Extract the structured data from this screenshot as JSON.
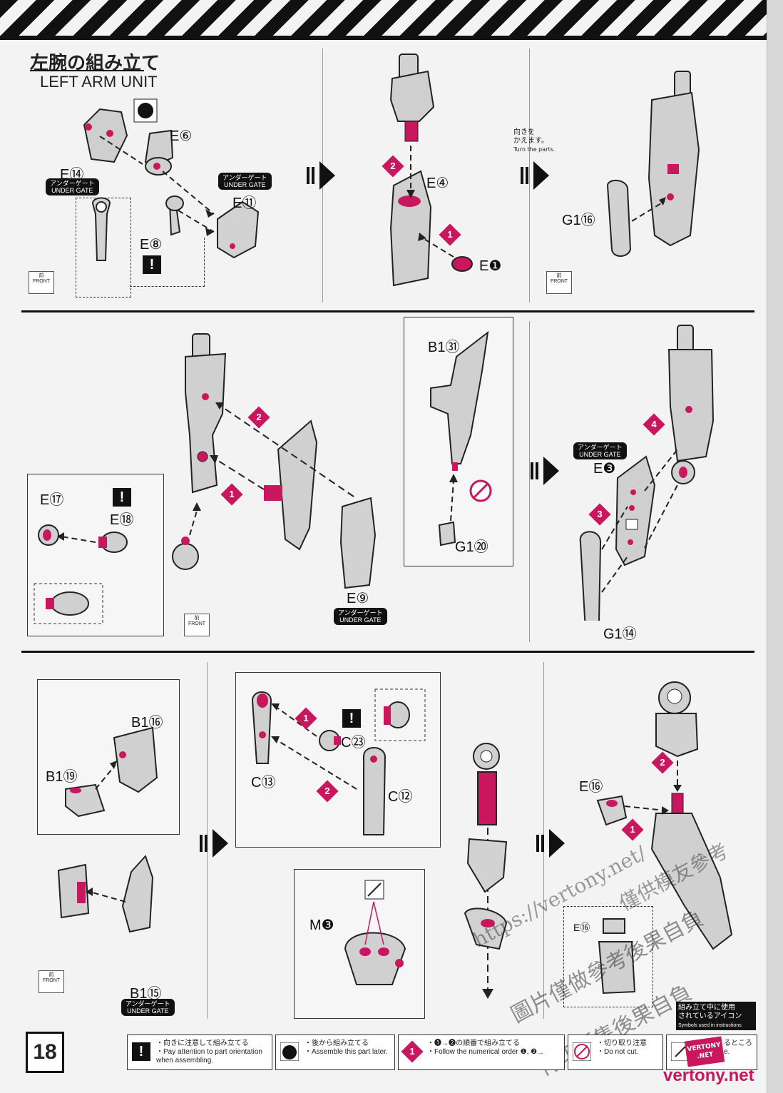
{
  "header": {
    "title_jp": "左腕の組み立て",
    "title_en": "LEFT ARM UNIT"
  },
  "common": {
    "under_gate_jp": "アンダーゲート",
    "under_gate_en": "UNDER GATE",
    "front_jp": "前",
    "front_en": "FRONT",
    "caution_mark": "!"
  },
  "row1": {
    "panel1": {
      "parts": [
        "E⑭",
        "E⑥",
        "E⑪",
        "E⑧"
      ]
    },
    "panel2": {
      "parts": [
        "E④",
        "E❶"
      ],
      "steps": [
        "2",
        "1"
      ]
    },
    "panel3": {
      "turn_jp_1": "向きを",
      "turn_jp_2": "かえます。",
      "turn_en": "Turn the parts.",
      "parts": [
        "G1⑯"
      ]
    }
  },
  "row2": {
    "panel1": {
      "parts": [
        "E⑰",
        "E⑱",
        "E⑨"
      ],
      "steps": [
        "2",
        "1"
      ]
    },
    "panel2": {
      "parts": [
        "B1㉛",
        "G1⑳"
      ]
    },
    "panel3": {
      "parts": [
        "E❸",
        "G1⑭"
      ],
      "steps": [
        "4",
        "3"
      ]
    }
  },
  "row3": {
    "panel1": {
      "parts": [
        "B1⑯",
        "B1⑲",
        "B1⑮"
      ]
    },
    "panel2": {
      "parts": [
        "C⑬",
        "C㉓",
        "C⑫",
        "M❸"
      ],
      "steps": [
        "1",
        "2"
      ]
    },
    "panel3": {
      "parts": [
        "E⑯",
        "E⑯"
      ],
      "steps": [
        "2",
        "1"
      ]
    }
  },
  "footer": {
    "page_number": "18",
    "legend": [
      {
        "jp": "・向きに注意して組み立てる",
        "en_1": "・Pay attention to part orientation",
        "en_2": "when assembling."
      },
      {
        "jp": "・後から組み立てる",
        "en_1": "・Assemble this part later.",
        "en_2": ""
      },
      {
        "jp": "・❶→❷の順番で組み立てる",
        "en_1": "・Follow the numerical order ❶, ❷...",
        "en_2": ""
      },
      {
        "jp": "・切り取り注意",
        "en_1": "・Do not cut.",
        "en_2": ""
      },
      {
        "jp": "るところ",
        "en_1": "e.",
        "en_2": ""
      }
    ],
    "symbols_jp_1": "組み立て中に使用",
    "symbols_jp_2": "されているアイコン",
    "symbols_en": "Symbols used in instructions"
  },
  "watermark": {
    "url": "https://vertony.net/",
    "line1": "僅供模友參考",
    "line2": "圖片僅做參考後果自負",
    "line3": "刊印販售後果自負",
    "site": "vertony.net",
    "badge_1": "VERTONY",
    "badge_2": ".NET"
  },
  "colors": {
    "accent": "#c8175e",
    "ink": "#111111",
    "paper": "#f3f3f3"
  }
}
